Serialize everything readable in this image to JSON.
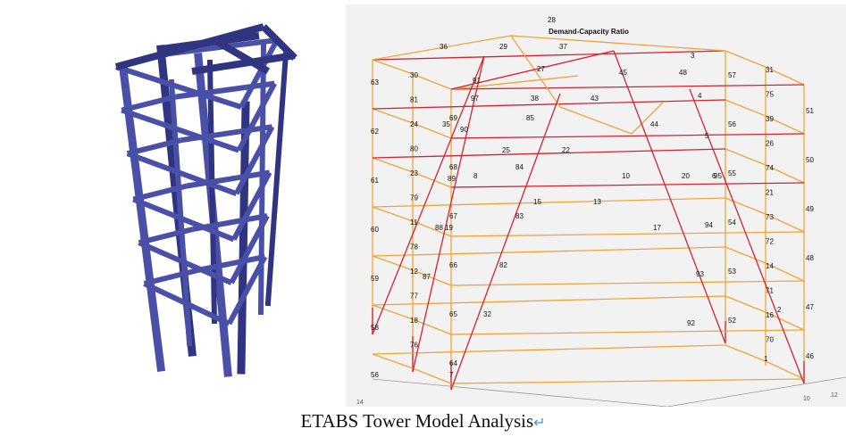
{
  "title": "Demand-Capacity Ratio",
  "caption": "ETABS Tower Model Analysis",
  "caption_mark": "↵",
  "colors": {
    "frame3d": "#4a50a8",
    "frame3d_dark": "#2f3580",
    "member_low": "#f2a33a",
    "member_high": "#d6222e",
    "axis": "#888888",
    "panel_bg": "#f2f2f2"
  },
  "axis_ticks": [
    "14",
    "10",
    "12"
  ],
  "member_labels": {
    "left_column": [
      "63",
      "62",
      "61",
      "60",
      "59",
      "58",
      "56"
    ],
    "left_inner": [
      "30",
      "81",
      "24",
      "80",
      "23",
      "79",
      "11",
      "78",
      "12",
      "77",
      "18",
      "76"
    ],
    "left_brace": [
      "91",
      "90",
      "89",
      "88",
      "87"
    ],
    "mid_column": [
      "69",
      "68",
      "67",
      "66",
      "65",
      "64",
      "7"
    ],
    "center_brace": [
      "83",
      "82",
      "32",
      "84",
      "85",
      "27",
      "28"
    ],
    "center_beams": [
      "36",
      "29",
      "37",
      "45",
      "48",
      "97",
      "38",
      "43",
      "44",
      "35",
      "25",
      "22",
      "10",
      "20",
      "8",
      "15",
      "13",
      "17",
      "19"
    ],
    "right_brace": [
      "95",
      "94",
      "93",
      "92",
      "6",
      "5",
      "4",
      "3"
    ],
    "right_mid_column": [
      "57",
      "56",
      "55",
      "54",
      "53",
      "52"
    ],
    "right_inner": [
      "31",
      "75",
      "39",
      "26",
      "74",
      "21",
      "73",
      "72",
      "14",
      "71",
      "16",
      "70"
    ],
    "right_column": [
      "51",
      "50",
      "49",
      "48",
      "47",
      "46"
    ],
    "right_small": [
      "2",
      "1"
    ]
  }
}
